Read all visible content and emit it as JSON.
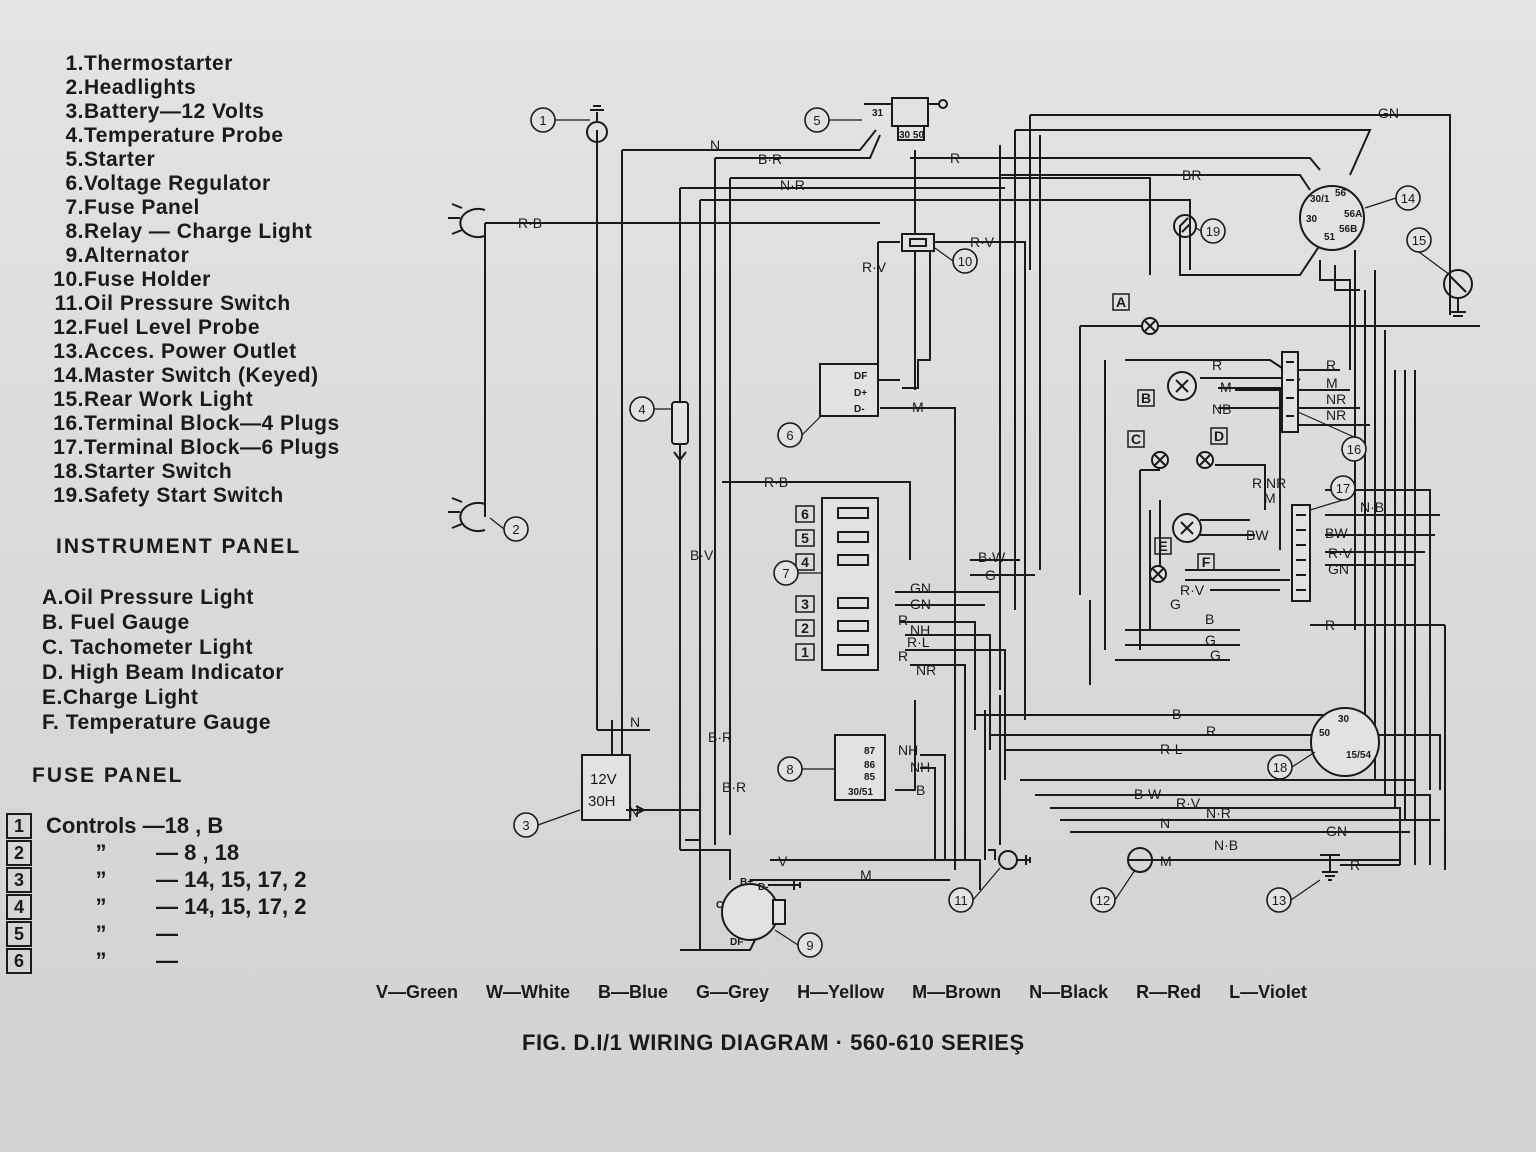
{
  "components": [
    {
      "num": "1.",
      "name": "Thermostarter"
    },
    {
      "num": "2.",
      "name": "Headlights"
    },
    {
      "num": "3.",
      "name": "Battery—12 Volts"
    },
    {
      "num": "4.",
      "name": "Temperature Probe"
    },
    {
      "num": "5.",
      "name": "Starter"
    },
    {
      "num": "6.",
      "name": "Voltage Regulator"
    },
    {
      "num": "7.",
      "name": "Fuse Panel"
    },
    {
      "num": "8.",
      "name": "Relay — Charge Light"
    },
    {
      "num": "9.",
      "name": "Alternator"
    },
    {
      "num": "10.",
      "name": "Fuse Holder"
    },
    {
      "num": "11.",
      "name": "Oil Pressure Switch"
    },
    {
      "num": "12.",
      "name": "Fuel Level Probe"
    },
    {
      "num": "13.",
      "name": "Acces. Power Outlet"
    },
    {
      "num": "14.",
      "name": "Master Switch (Keyed)"
    },
    {
      "num": "15.",
      "name": "Rear Work Light"
    },
    {
      "num": "16.",
      "name": "Terminal Block—4 Plugs"
    },
    {
      "num": "17.",
      "name": "Terminal Block—6 Plugs"
    },
    {
      "num": "18.",
      "name": "Starter Switch"
    },
    {
      "num": "19.",
      "name": "Safety Start Switch"
    }
  ],
  "instrument_panel": {
    "heading": "INSTRUMENT PANEL",
    "items": [
      {
        "key": "A.",
        "name": "Oil Pressure Light"
      },
      {
        "key": "B.",
        "name": "Fuel Gauge"
      },
      {
        "key": "C.",
        "name": "Tachometer Light"
      },
      {
        "key": "D.",
        "name": "High Beam Indicator"
      },
      {
        "key": "E.",
        "name": "Charge Light"
      },
      {
        "key": "F.",
        "name": "Temperature Gauge"
      }
    ]
  },
  "fuse_panel": {
    "heading": "FUSE PANEL",
    "rows": [
      {
        "box": "1",
        "label": "Controls",
        "value": "—18 , B"
      },
      {
        "box": "2",
        "label": "”",
        "value": "— 8 , 18"
      },
      {
        "box": "3",
        "label": "”",
        "value": "— 14, 15, 17, 2"
      },
      {
        "box": "4",
        "label": "”",
        "value": "— 14, 15, 17, 2"
      },
      {
        "box": "5",
        "label": "”",
        "value": "—"
      },
      {
        "box": "6",
        "label": "”",
        "value": "—"
      }
    ]
  },
  "color_key": [
    "V—Green",
    "W—White",
    "B—Blue",
    "G—Grey",
    "H—Yellow",
    "M—Brown",
    "N—Black",
    "R—Red",
    "L—Violet"
  ],
  "figure_title": "FIG. D.I/1 WIRING DIAGRAM · 560-610 SERIEŞ",
  "diagram": {
    "callouts": [
      "1",
      "2",
      "3",
      "4",
      "5",
      "6",
      "7",
      "8",
      "9",
      "10",
      "11",
      "12",
      "13",
      "14",
      "15",
      "16",
      "17",
      "18",
      "19"
    ],
    "panel_letters": [
      "A",
      "B",
      "C",
      "D",
      "E",
      "F"
    ],
    "battery_lines": [
      "12V",
      "30H"
    ],
    "fuse_slots": [
      "6",
      "5",
      "4",
      "3",
      "2",
      "1"
    ],
    "wire_labels": {
      "rb_headlight": "R·B",
      "n_top": "N",
      "br_top": "B·R",
      "nr_top": "N·R",
      "r_top": "R",
      "br_right": "BR",
      "gn_top": "GN",
      "rv_fuse": "R·V",
      "rv_left": "R·V",
      "m_reg": "M",
      "rb_mid": "R·B",
      "bv": "B·V",
      "n_batt": "N",
      "n_batt2": "N",
      "br_1": "B·R",
      "br_2": "B·R",
      "bw_fp": "B·W",
      "g_fp": "G",
      "gn_1": "GN",
      "gn_2": "GN",
      "r_fp1": "R",
      "nh_fp": "NH",
      "rl_fp": "R·L",
      "r_fp2": "R",
      "nr_fp": "NR",
      "nh_rel1": "NH",
      "nh_rel2": "NH",
      "b_rel": "B",
      "v_alt": "V",
      "m_alt": "M",
      "b_18": "B",
      "r_18": "R",
      "rl_18": "R·L",
      "bw_low": "B·W",
      "rv_low": "R·V",
      "nr_low": "N·R",
      "n_low": "N",
      "gn_low": "GN",
      "nb_low": "N·B",
      "m_fuel": "M",
      "r_outlet": "R",
      "r_16": "R",
      "m_16": "M",
      "nb_16": "NB",
      "r16o": "R",
      "m16o": "M",
      "nr16a": "NR",
      "nr16b": "NR",
      "rnr_17": "R NR",
      "m_17": "M",
      "bw_17": "BW",
      "nb_17": "N·B",
      "bw17o": "BW",
      "rv17o": "R·V",
      "gn17o": "GN",
      "rv_e": "R·V",
      "g_e": "G",
      "b_ip": "B",
      "g_ip1": "G",
      "g_ip2": "G",
      "r_ip": "R"
    },
    "terminals": {
      "t5_31": "31",
      "t5_3050": "30 50",
      "df": "DF",
      "dplus": "D+",
      "dminus": "D-",
      "r87": "87",
      "r86": "86",
      "r85": "85",
      "r3051": "30/51",
      "a_b": "B+",
      "a_d": "D-",
      "a_c": "C",
      "a_df": "DF",
      "s14_301": "30/1",
      "s14_56": "56",
      "s14_30": "30",
      "s14_56a": "56A",
      "s14_56b": "56B",
      "s14_51": "51",
      "s18_30": "30",
      "s18_50": "50",
      "s18_1554": "15/54"
    }
  }
}
